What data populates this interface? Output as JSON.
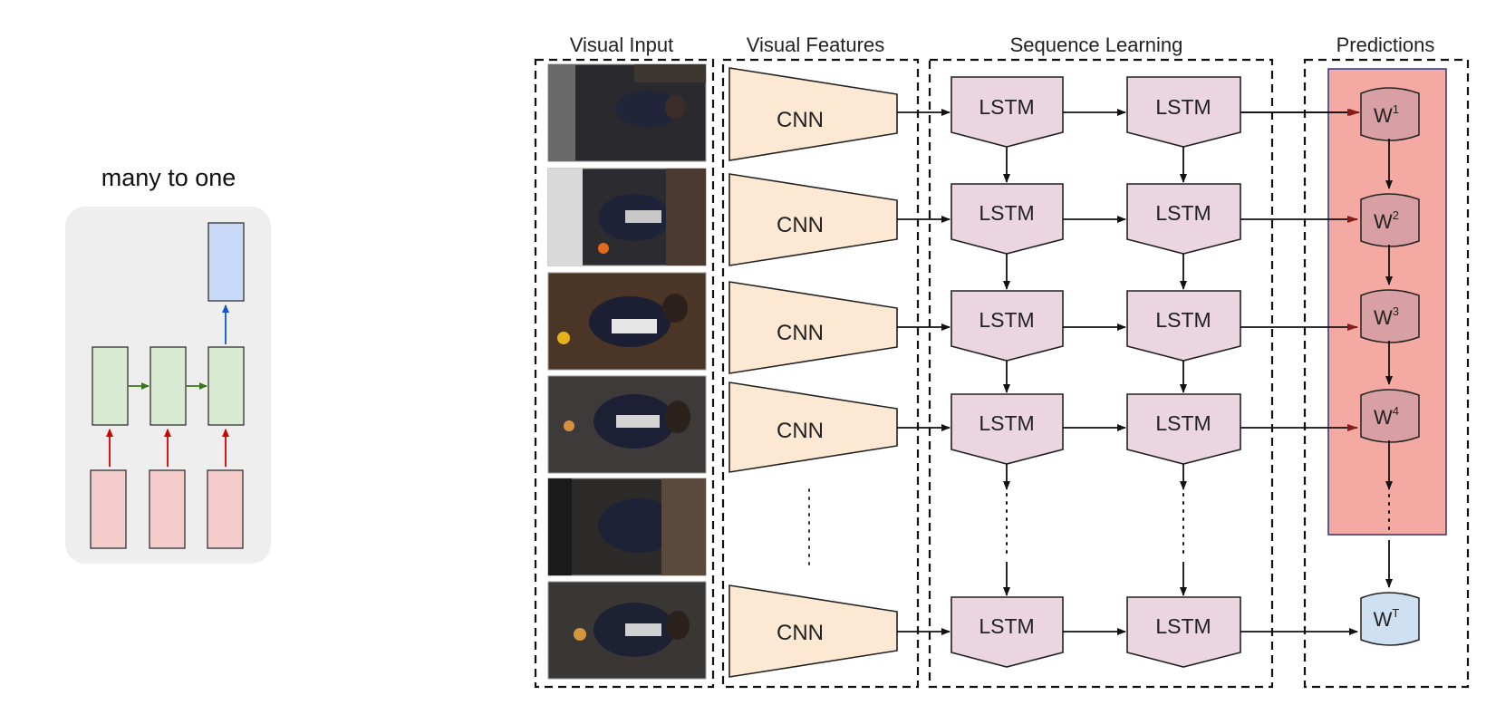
{
  "left_diagram": {
    "title": "many to one",
    "colors": {
      "panel": "#eeeeee",
      "input": "#f4cccc",
      "hidden": "#d9ead3",
      "output": "#c9daf8",
      "input_arrow": "#cc0000",
      "hidden_arrow": "#38761d",
      "output_arrow": "#1155cc"
    }
  },
  "right_diagram": {
    "columns": {
      "visual_input": "Visual Input",
      "visual_features": "Visual Features",
      "sequence_learning": "Sequence Learning",
      "predictions": "Predictions"
    },
    "cnn_label": "CNN",
    "lstm_label": "LSTM",
    "word_prefix": "W",
    "word_superscripts": [
      "1",
      "2",
      "3",
      "4",
      "T"
    ],
    "frame_count": 6,
    "colors": {
      "cnn_fill": "#fde9d3",
      "lstm_fill": "#ead5e0",
      "prediction_panel": "#f4aaa3",
      "prediction_border": "#3c3c8c",
      "word_fill": "#d8a0a4",
      "final_word_fill": "#cfe0f3",
      "prediction_arrow": "#8b1a1a"
    }
  }
}
